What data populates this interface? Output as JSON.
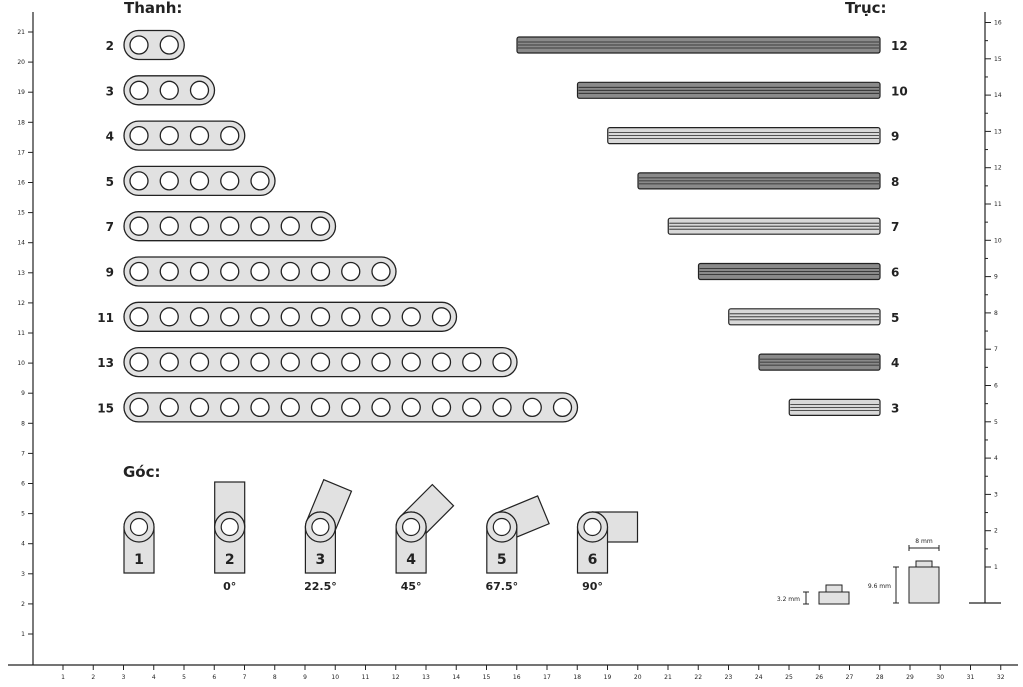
{
  "headings": {
    "beams": "Thanh:",
    "axles": "Trục:",
    "angles": "Góc:"
  },
  "beams": [
    {
      "label": "2",
      "holes": 2
    },
    {
      "label": "3",
      "holes": 3
    },
    {
      "label": "4",
      "holes": 4
    },
    {
      "label": "5",
      "holes": 5
    },
    {
      "label": "7",
      "holes": 7
    },
    {
      "label": "9",
      "holes": 9
    },
    {
      "label": "11",
      "holes": 11
    },
    {
      "label": "13",
      "holes": 13
    },
    {
      "label": "15",
      "holes": 15
    }
  ],
  "axles": [
    {
      "label": "12",
      "length": 12,
      "shade": "dark"
    },
    {
      "label": "10",
      "length": 10,
      "shade": "dark"
    },
    {
      "label": "9",
      "length": 9,
      "shade": "light"
    },
    {
      "label": "8",
      "length": 8,
      "shade": "dark"
    },
    {
      "label": "7",
      "length": 7,
      "shade": "light"
    },
    {
      "label": "6",
      "length": 6,
      "shade": "dark"
    },
    {
      "label": "5",
      "length": 5,
      "shade": "light"
    },
    {
      "label": "4",
      "length": 4,
      "shade": "dark"
    },
    {
      "label": "3",
      "length": 3,
      "shade": "light"
    }
  ],
  "angle_connectors": [
    {
      "number": "1",
      "angle_label": "",
      "angle_deg": null
    },
    {
      "number": "2",
      "angle_label": "0°",
      "angle_deg": 0
    },
    {
      "number": "3",
      "angle_label": "22.5°",
      "angle_deg": 22.5
    },
    {
      "number": "4",
      "angle_label": "45°",
      "angle_deg": 45
    },
    {
      "number": "5",
      "angle_label": "67.5°",
      "angle_deg": 67.5
    },
    {
      "number": "6",
      "angle_label": "90°",
      "angle_deg": 90
    }
  ],
  "dimensions": {
    "small_height": "3.2 mm",
    "large_height": "9.6 mm",
    "large_width": "8 mm"
  },
  "left_ruler_ticks": [
    "1",
    "2",
    "3",
    "4",
    "5",
    "6",
    "7",
    "8",
    "9",
    "10",
    "11",
    "12",
    "13",
    "14",
    "15",
    "16",
    "17",
    "18",
    "19",
    "20",
    "21"
  ],
  "bottom_ruler_ticks": [
    "1",
    "2",
    "3",
    "4",
    "5",
    "6",
    "7",
    "8",
    "9",
    "10",
    "11",
    "12",
    "13",
    "14",
    "15",
    "16",
    "17",
    "18",
    "19",
    "20",
    "21",
    "22",
    "23",
    "24",
    "25",
    "26",
    "27",
    "28",
    "29",
    "30",
    "31",
    "32"
  ],
  "right_ruler_ticks": [
    "1",
    "2",
    "3",
    "4",
    "5",
    "6",
    "7",
    "8",
    "9",
    "10",
    "11",
    "12",
    "13",
    "14",
    "15",
    "16"
  ],
  "colors": {
    "beam_fill": "#e1e1e1",
    "axle_dark": "#8a8a8a",
    "axle_light": "#d8d8d8",
    "stroke": "#222222"
  }
}
